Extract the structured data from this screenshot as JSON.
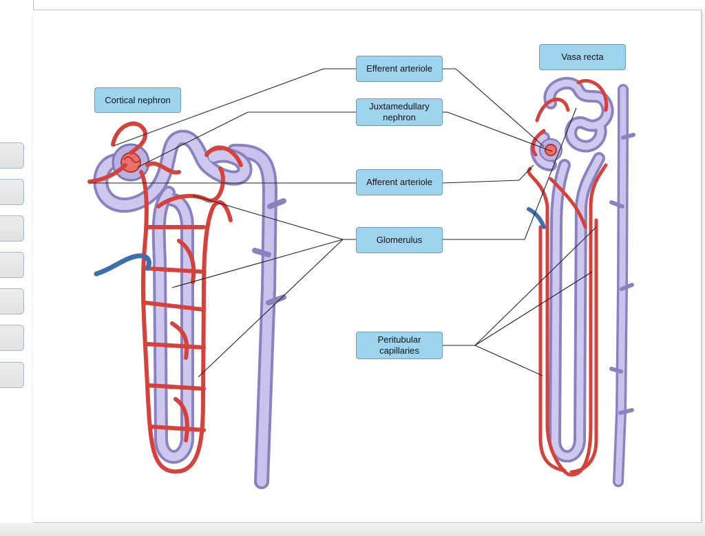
{
  "labels": {
    "cortical_nephron": "Cortical nephron",
    "efferent_arteriole": "Efferent arteriole",
    "juxtamedullary_nephron": "Juxtamedullary nephron",
    "afferent_arteriole": "Afferent arteriole",
    "glomerulus": "Glomerulus",
    "peritubular_capillaries": "Peritubular capillaries",
    "vasa_recta": "Vasa recta"
  },
  "answer_slots": [
    "",
    "",
    "",
    "",
    "",
    "",
    ""
  ],
  "colors": {
    "label_fill": "#9ed4ee",
    "label_border": "#6c9bb6",
    "vessel_red": "#e04b45",
    "tubule_lavender": "#b7aee0",
    "vein_blue": "#4a7ab8"
  }
}
